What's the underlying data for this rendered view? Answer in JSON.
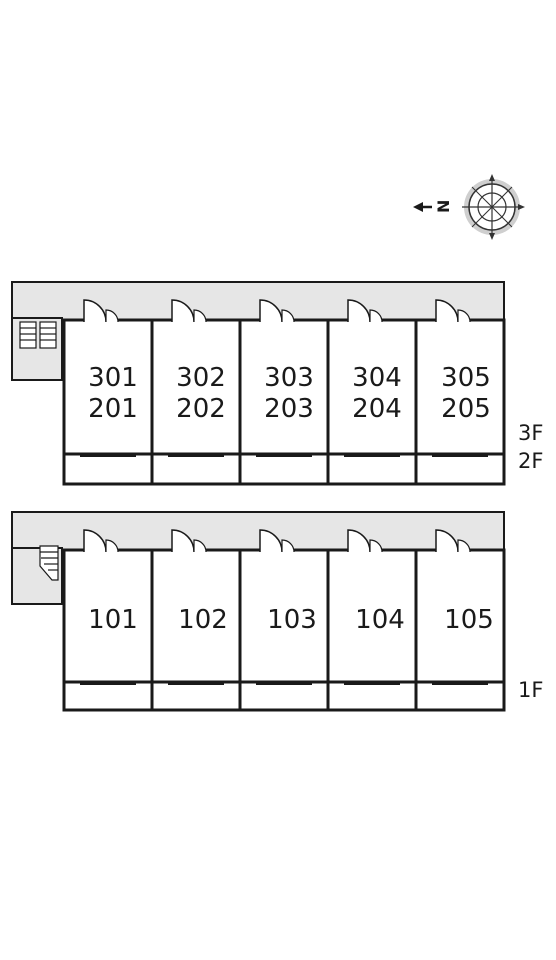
{
  "compass": {
    "north_label": "N",
    "icon": "compass-rose-icon"
  },
  "upper_block": {
    "floor_labels": [
      "3F",
      "2F"
    ],
    "units": [
      {
        "top": "301",
        "bottom": "201"
      },
      {
        "top": "302",
        "bottom": "202"
      },
      {
        "top": "303",
        "bottom": "203"
      },
      {
        "top": "304",
        "bottom": "204"
      },
      {
        "top": "305",
        "bottom": "205"
      }
    ]
  },
  "lower_block": {
    "floor_labels": [
      "1F"
    ],
    "units": [
      {
        "label": "101"
      },
      {
        "label": "102"
      },
      {
        "label": "103"
      },
      {
        "label": "104"
      },
      {
        "label": "105"
      }
    ]
  },
  "colors": {
    "corridor": "#e6e6e6",
    "wall": "#1a1a1a",
    "compass_ring": "#bdbdbd"
  }
}
